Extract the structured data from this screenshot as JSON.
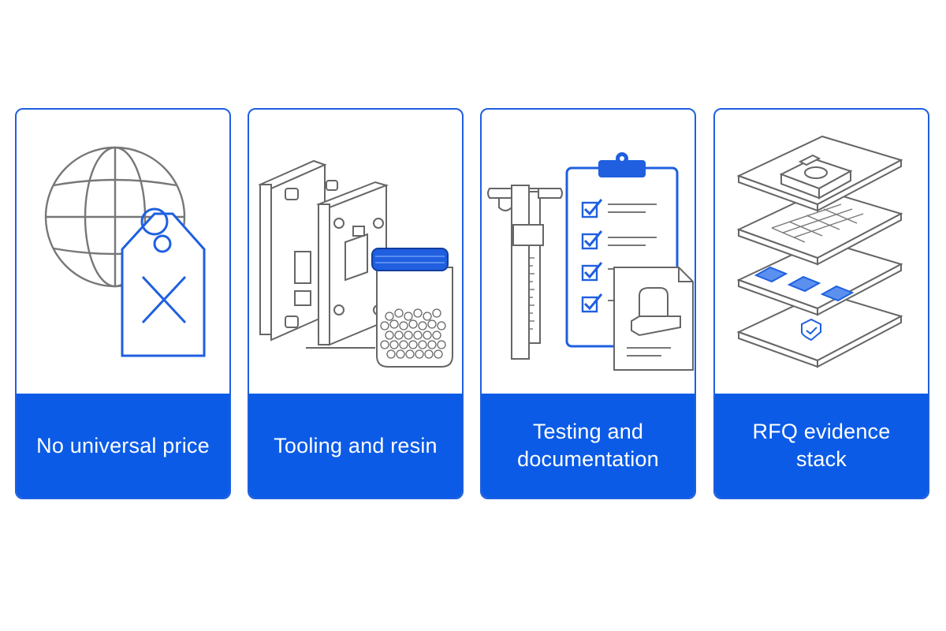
{
  "colors": {
    "accent": "#0b5be6",
    "outline": "#6e6e6e",
    "background": "#ffffff"
  },
  "cards": [
    {
      "label": "No universal price",
      "icon": "globe-with-crossed-price-tag-icon"
    },
    {
      "label": "Tooling and resin",
      "icon": "mold-and-resin-jar-icon"
    },
    {
      "label": "Testing and documentation",
      "icon": "caliper-clipboard-drawing-icon"
    },
    {
      "label": "RFQ evidence stack",
      "icon": "layered-evidence-stack-icon"
    }
  ]
}
